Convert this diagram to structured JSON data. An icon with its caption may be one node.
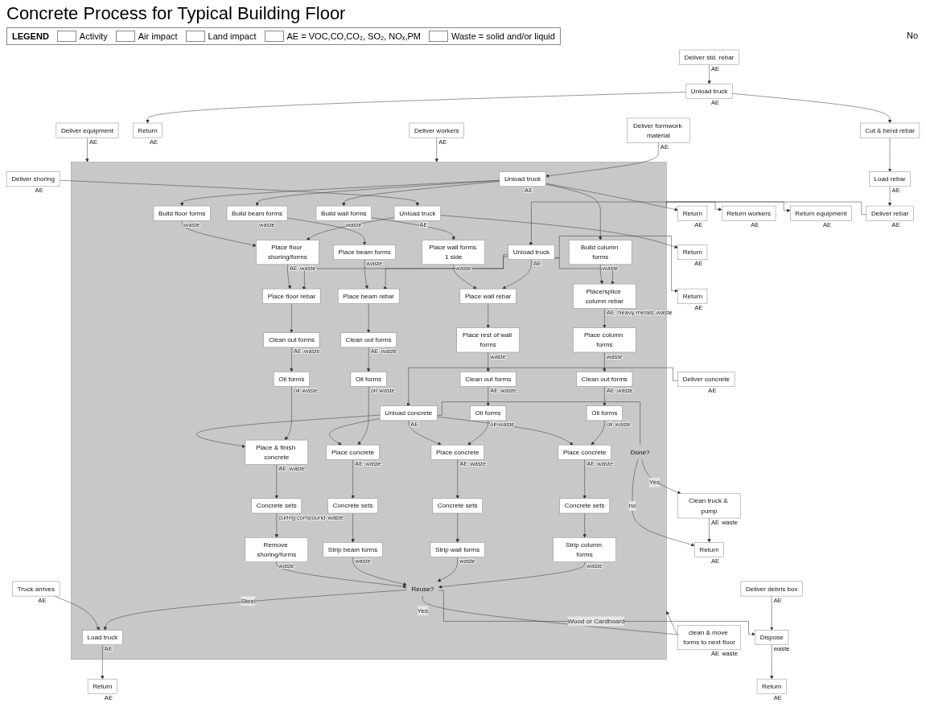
{
  "diagram": {
    "title": "Concrete Process for Typical Building Floor",
    "nodes": [
      {
        "text": [
          "Deliver formwork material"
        ],
        "beside": [
          "AE"
        ]
      },
      {
        "text": [
          "Return"
        ],
        "beside": [
          "AE"
        ]
      },
      {
        "text": [
          "Deliver std. rebar"
        ],
        "beside": [
          "AE"
        ]
      },
      {
        "text": [
          "Return"
        ],
        "beside": [
          "AE"
        ]
      },
      {
        "text": [
          "Unload truck"
        ],
        "beside": [
          "AE"
        ]
      },
      {
        "text": [
          "Cut & bend rebar"
        ]
      },
      {
        "text": [
          "Load rebar"
        ],
        "beside": [
          "AE"
        ]
      },
      {
        "text": [
          "Deliver rebar"
        ],
        "beside": [
          "AE"
        ]
      },
      {
        "text": [
          "Return"
        ],
        "beside": [
          "AE"
        ]
      },
      {
        "text": [
          "Deliver shoring"
        ],
        "beside": [
          "AE"
        ]
      },
      {
        "text": [
          "Return"
        ],
        "beside": [
          "AE"
        ]
      },
      {
        "text": [],
        "shape": "box"
      },
      {
        "text": [
          "Unload truck"
        ],
        "beside": [
          "AE"
        ],
        "in": 11
      },
      {
        "text": [
          "Unload truck"
        ],
        "beside": [
          "AE"
        ],
        "in": 11
      },
      {
        "text": [
          "Unload truck"
        ],
        "beside": [
          "AE"
        ],
        "in": 11
      },
      {
        "text": [
          "Build column forms"
        ],
        "beside": [
          "waste"
        ],
        "in": 11
      },
      {
        "text": [
          "Place/splice column rebar"
        ],
        "beside": [
          "AE, heavy metals",
          "waste"
        ],
        "in": 11
      },
      {
        "text": [
          "Place column forms"
        ],
        "beside": [
          "waste"
        ],
        "in": 11
      },
      {
        "text": [
          "Clean out forms"
        ],
        "beside": [
          "AE",
          "waste"
        ],
        "in": 11
      },
      {
        "text": [
          "Oil forms"
        ],
        "beside": [
          "oil",
          "waste"
        ],
        "in": 11
      },
      {
        "text": [
          "Place concrete"
        ],
        "beside": [
          "AE",
          "waste"
        ],
        "in": 11
      },
      {
        "text": [
          "Concrete sets"
        ],
        "in": 11
      },
      {
        "text": [
          "Strip column forms"
        ],
        "beside": [
          "waste"
        ],
        "in": 11
      },
      {
        "text": [
          "Build wall forms"
        ],
        "beside": [
          "waste"
        ],
        "in": 11
      },
      {
        "text": [
          "Place wall forms 1 side"
        ],
        "beside": [
          "waste"
        ],
        "in": 11
      },
      {
        "text": [
          "Place wall rebar"
        ],
        "in": 11
      },
      {
        "text": [
          "Place rest of wall forms"
        ],
        "beside": [
          "waste"
        ],
        "in": 11
      },
      {
        "text": [
          "Clean out forms"
        ],
        "beside": [
          "AE",
          "waste"
        ],
        "in": 11
      },
      {
        "text": [
          "Oil forms"
        ],
        "beside": [
          "oil",
          "waste"
        ],
        "in": 11
      },
      {
        "text": [
          "Place concrete"
        ],
        "beside": [
          "AE",
          "waste"
        ],
        "in": 11
      },
      {
        "text": [
          "Concrete sets"
        ],
        "in": 11
      },
      {
        "text": [
          "Strip wall forms"
        ],
        "beside": [
          "waste"
        ],
        "in": 11
      },
      {
        "text": [
          "Build beam forms"
        ],
        "beside": [
          "waste"
        ],
        "in": 11
      },
      {
        "text": [
          "Place beam forms"
        ],
        "beside": [
          "waste"
        ],
        "in": 11
      },
      {
        "text": [
          "Place beam rebar"
        ],
        "in": 11
      },
      {
        "text": [
          "Clean out forms"
        ],
        "beside": [
          "AE",
          "waste"
        ],
        "in": 11
      },
      {
        "text": [
          "Oil forms"
        ],
        "beside": [
          "oil",
          "waste"
        ],
        "in": 11
      },
      {
        "text": [
          "Place concrete"
        ],
        "beside": [
          "AE",
          "waste"
        ],
        "in": 11
      },
      {
        "text": [
          "Concrete sets"
        ],
        "in": 11
      },
      {
        "text": [
          "Strip beam forms"
        ],
        "beside": [
          "waste"
        ],
        "in": 11
      },
      {
        "text": [
          "Build floor forms"
        ],
        "beside": [
          "waste"
        ],
        "in": 11
      },
      {
        "text": [
          "Place floor shoring/forms"
        ],
        "beside": [
          "AE",
          "waste"
        ],
        "in": 11
      },
      {
        "text": [
          "Place floor rebar"
        ],
        "in": 11
      },
      {
        "text": [
          "Clean out forms"
        ],
        "beside": [
          "AE",
          "waste"
        ],
        "in": 11
      },
      {
        "text": [
          "Oil forms"
        ],
        "beside": [
          "oil",
          "waste"
        ],
        "in": 11
      },
      {
        "text": [
          "Place & finish concrete"
        ],
        "beside": [
          "AE",
          "waste"
        ],
        "in": 11
      },
      {
        "text": [
          "Concrete sets"
        ],
        "beside": [
          "curing compound",
          "waste"
        ],
        "in": 11
      },
      {
        "text": [
          "Remove shoring/forms"
        ],
        "beside": [
          "waste"
        ],
        "in": 11
      },
      {
        "text": [
          "Reuse?"
        ],
        "in": 11
      },
      {
        "text": [
          "Load truck"
        ],
        "beside": [
          "AE"
        ],
        "in": 11
      },
      {
        "text": [
          "Done?"
        ],
        "in": 11
      },
      {
        "text": [
          "Unload concrete"
        ],
        "beside": [
          "AE"
        ],
        "in": 11
      },
      {
        "text": [
          "Clean truck & pump"
        ],
        "beside": [
          "AE",
          "waste"
        ]
      },
      {
        "text": [
          "Return"
        ],
        "beside": [
          "AE"
        ]
      },
      {
        "text": [
          "clean & move forms to next floor"
        ],
        "beside": [
          "AE",
          "waste"
        ]
      },
      {
        "text": [
          "Deliver debris box"
        ],
        "beside": [
          "AE"
        ]
      },
      {
        "text": [
          "Dispose"
        ],
        "beside": [
          "waste"
        ]
      },
      {
        "text": [
          "Return"
        ],
        "beside": [
          "AE"
        ]
      },
      {
        "text": [
          "Truck arrives"
        ],
        "beside": [
          "AE"
        ]
      },
      {
        "text": [
          "Return"
        ],
        "beside": [
          "AE"
        ]
      },
      {
        "text": [
          "Deliver workers"
        ],
        "beside": [
          "AE"
        ]
      },
      {
        "text": [
          "Return workers"
        ],
        "beside": [
          "AE"
        ]
      },
      {
        "text": [
          "Deliver equipment"
        ],
        "beside": [
          "AE"
        ]
      },
      {
        "text": [
          "Return equipment"
        ],
        "beside": [
          "AE"
        ]
      },
      {
        "text": [
          "Deliver concrete"
        ],
        "beside": [
          "AE"
        ]
      }
    ],
    "edges": [
      {
        "from": 0,
        "to": 12,
        "arrow": "to"
      },
      {
        "from": 12,
        "to": 1,
        "arrow": "to"
      },
      {
        "from": 2,
        "to": 4,
        "arrow": "to"
      },
      {
        "from": 4,
        "to": 3,
        "arrow": "to"
      },
      {
        "from": 4,
        "to": 5,
        "arrow": "to"
      },
      {
        "from": 5,
        "to": 6,
        "arrow": "to"
      },
      {
        "from": 6,
        "to": 7,
        "arrow": "to"
      },
      {
        "from": 7,
        "to": 13,
        "arrow": "to"
      },
      {
        "from": 13,
        "to": 8,
        "arrow": "to"
      },
      {
        "from": 9,
        "to": 14,
        "arrow": "to"
      },
      {
        "from": 14,
        "to": 10,
        "arrow": "to"
      },
      {
        "from": 12,
        "to": 15,
        "arrow": "to"
      },
      {
        "from": 12,
        "to": 23,
        "arrow": "to"
      },
      {
        "from": 12,
        "to": 32,
        "arrow": "to"
      },
      {
        "from": 12,
        "to": 40,
        "arrow": "to"
      },
      {
        "from": 13,
        "to": 16,
        "arrow": "to"
      },
      {
        "from": 13,
        "to": 25,
        "arrow": "to"
      },
      {
        "from": 13,
        "to": 34,
        "arrow": "to"
      },
      {
        "from": 13,
        "to": 42,
        "arrow": "to"
      },
      {
        "from": 14,
        "to": 41,
        "arrow": "to"
      },
      {
        "from": 15,
        "to": 16,
        "arrow": "to"
      },
      {
        "from": 16,
        "to": 17,
        "arrow": "to"
      },
      {
        "from": 17,
        "to": 18,
        "arrow": "to"
      },
      {
        "from": 18,
        "to": 19,
        "arrow": "to"
      },
      {
        "from": 19,
        "to": 20,
        "arrow": "to"
      },
      {
        "from": 20,
        "to": 21,
        "arrow": "to"
      },
      {
        "from": 21,
        "to": 22,
        "arrow": "to"
      },
      {
        "from": 23,
        "to": 24,
        "arrow": "to"
      },
      {
        "from": 24,
        "to": 25,
        "arrow": "to"
      },
      {
        "from": 25,
        "to": 26,
        "arrow": "to"
      },
      {
        "from": 26,
        "to": 27,
        "arrow": "to"
      },
      {
        "from": 27,
        "to": 28,
        "arrow": "to"
      },
      {
        "from": 28,
        "to": 29,
        "arrow": "to"
      },
      {
        "from": 29,
        "to": 30,
        "arrow": "to"
      },
      {
        "from": 30,
        "to": 31,
        "arrow": "to"
      },
      {
        "from": 32,
        "to": 33,
        "arrow": "to"
      },
      {
        "from": 33,
        "to": 34,
        "arrow": "to"
      },
      {
        "from": 34,
        "to": 35,
        "arrow": "to"
      },
      {
        "from": 35,
        "to": 36,
        "arrow": "to"
      },
      {
        "from": 36,
        "to": 37,
        "arrow": "to"
      },
      {
        "from": 37,
        "to": 38,
        "arrow": "to"
      },
      {
        "from": 38,
        "to": 39,
        "arrow": "to"
      },
      {
        "from": 40,
        "to": 41,
        "arrow": "to"
      },
      {
        "from": 41,
        "to": 42,
        "arrow": "to"
      },
      {
        "from": 42,
        "to": 43,
        "arrow": "to"
      },
      {
        "from": 43,
        "to": 44,
        "arrow": "to"
      },
      {
        "from": 44,
        "to": 45,
        "arrow": "to"
      },
      {
        "from": 45,
        "to": 46,
        "arrow": "to"
      },
      {
        "from": 46,
        "to": 47,
        "arrow": "to"
      },
      {
        "from": 22,
        "to": 48,
        "arrow": "to"
      },
      {
        "from": 31,
        "to": 48,
        "arrow": "to"
      },
      {
        "from": 39,
        "to": 48,
        "arrow": "to"
      },
      {
        "from": 47,
        "to": 48,
        "arrow": "to"
      },
      {
        "from": 48,
        "to": 54,
        "label": "Yes",
        "arrow": "none"
      },
      {
        "from": 54,
        "to": 11,
        "arrow": "to"
      },
      {
        "from": 48,
        "to": 49,
        "label": "Steel",
        "arrow": "to"
      },
      {
        "from": 48,
        "to": 56,
        "label": "Wood or Cardboard",
        "arrow": "to"
      },
      {
        "from": 58,
        "to": 49,
        "arrow": "to"
      },
      {
        "from": 49,
        "to": 59,
        "arrow": "to"
      },
      {
        "from": 55,
        "to": 56,
        "arrow": "to"
      },
      {
        "from": 56,
        "to": 57,
        "arrow": "to"
      },
      {
        "from": 60,
        "to": 11,
        "arrow": "to"
      },
      {
        "from": 11,
        "to": 61,
        "arrow": "to"
      },
      {
        "from": 62,
        "to": 11,
        "arrow": "to"
      },
      {
        "from": 11,
        "to": 63,
        "arrow": "to"
      },
      {
        "from": 64,
        "to": 51,
        "arrow": "to"
      },
      {
        "from": 51,
        "to": 50,
        "arrow": "none"
      },
      {
        "from": 50,
        "to": 52,
        "label": "Yes",
        "arrow": "to"
      },
      {
        "from": 50,
        "to": 53,
        "label": "no",
        "arrow": "to"
      },
      {
        "from": 52,
        "to": 53,
        "arrow": "to"
      },
      {
        "from": 51,
        "to": 20,
        "arrow": "to"
      },
      {
        "from": 51,
        "to": 29,
        "arrow": "to"
      },
      {
        "from": 51,
        "to": 37,
        "arrow": "to"
      },
      {
        "from": 51,
        "to": 45,
        "arrow": "to"
      }
    ],
    "labels": [
      "LEGEND",
      "No"
    ],
    "legend": [
      {
        "text": "Activity"
      },
      {
        "text": "Air impact"
      },
      {
        "text": "Land impact"
      },
      {
        "text": "AE = VOC,CO,CO₂, SO₂, NOₓ,PM"
      },
      {
        "text": "Waste = solid and/or liquid"
      }
    ]
  }
}
